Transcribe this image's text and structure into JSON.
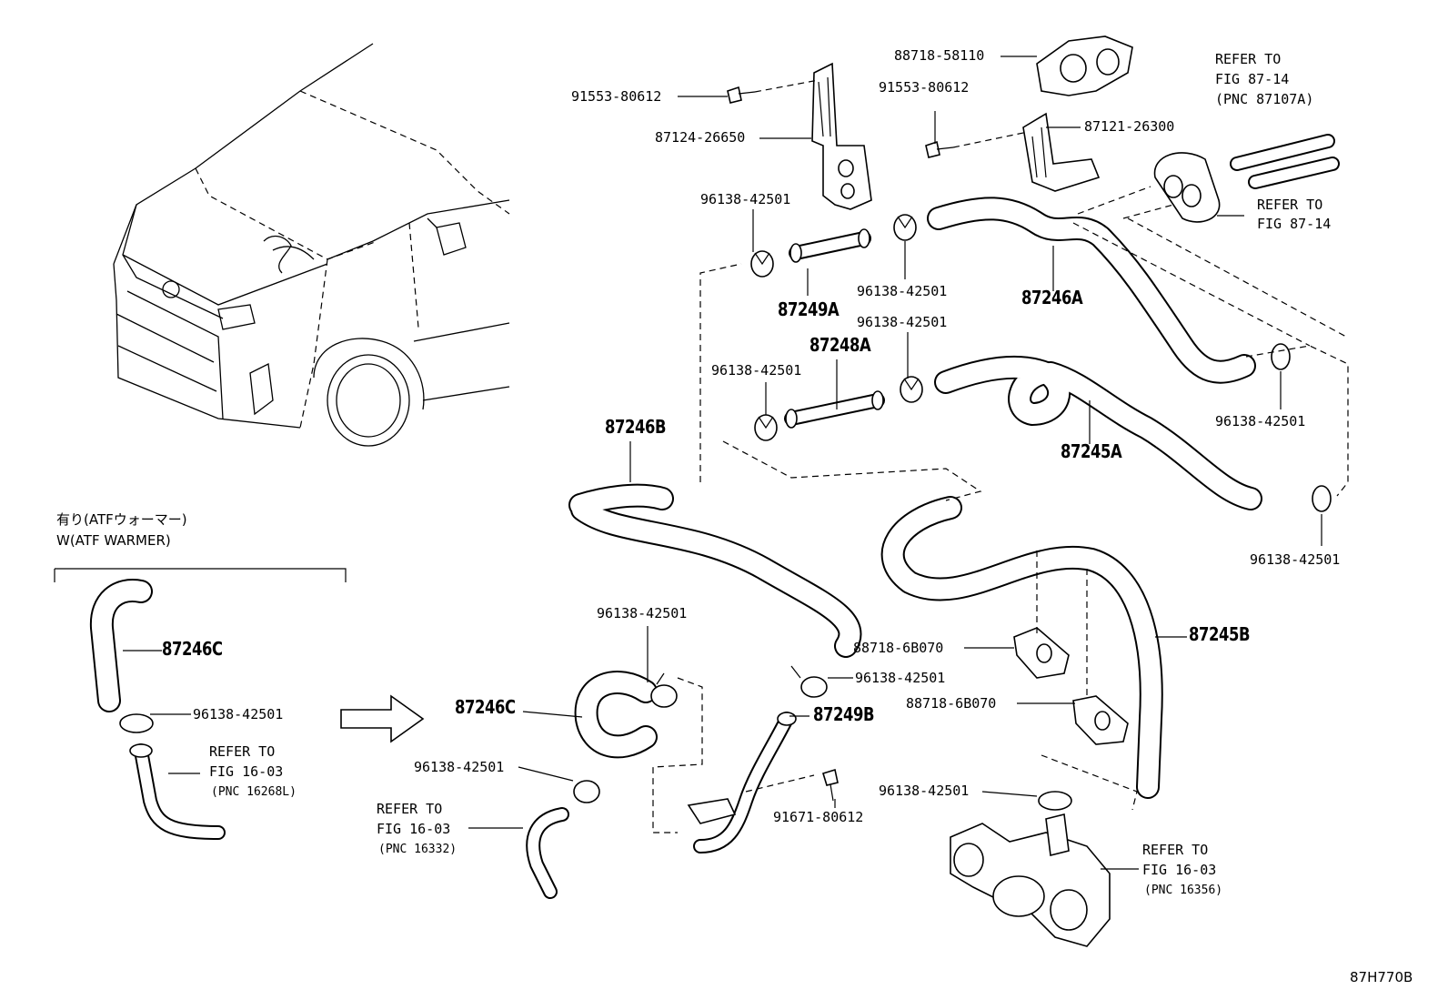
{
  "diagram_code": "87H770B",
  "atf_option": {
    "jp_label": "有り(ATFウォーマー)",
    "en_label": "W(ATF WARMER)"
  },
  "labels": {
    "p_91553_80612_a": "91553-80612",
    "p_87124_26650": "87124-26650",
    "p_88718_58110": "88718-58110",
    "p_91553_80612_b": "91553-80612",
    "p_87121_26300": "87121-26300",
    "p_96138_1": "96138-42501",
    "p_96138_2": "96138-42501",
    "p_87249A": "87249A",
    "p_87246A": "87246A",
    "p_96138_3": "96138-42501",
    "p_87248A": "87248A",
    "p_96138_4": "96138-42501",
    "p_96138_5": "96138-42501",
    "p_87245A": "87245A",
    "p_96138_6": "96138-42501",
    "p_87246B": "87246B",
    "p_87246C_a": "87246C",
    "p_96138_7": "96138-42501",
    "p_96138_8": "96138-42501",
    "p_87246C_b": "87246C",
    "p_96138_9": "96138-42501",
    "p_87249B": "87249B",
    "p_96138_10": "96138-42501",
    "p_91671_80612": "91671-80612",
    "p_88718_6B070_a": "88718-6B070",
    "p_88718_6B070_b": "88718-6B070",
    "p_87245B": "87245B",
    "p_96138_11": "96138-42501"
  },
  "refs": {
    "r1": {
      "line1": "REFER TO",
      "line2": "FIG 87-14",
      "line3": "(PNC 87107A)"
    },
    "r2": {
      "line1": "REFER TO",
      "line2": "FIG 87-14"
    },
    "r3": {
      "line1": "REFER TO",
      "line2": "FIG 16-03",
      "line3": "(PNC 16268L)"
    },
    "r4": {
      "line1": "REFER TO",
      "line2": "FIG 16-03",
      "line3": "(PNC 16332)"
    },
    "r5": {
      "line1": "REFER TO",
      "line2": "FIG 16-03",
      "line3": "(PNC 16356)"
    }
  }
}
